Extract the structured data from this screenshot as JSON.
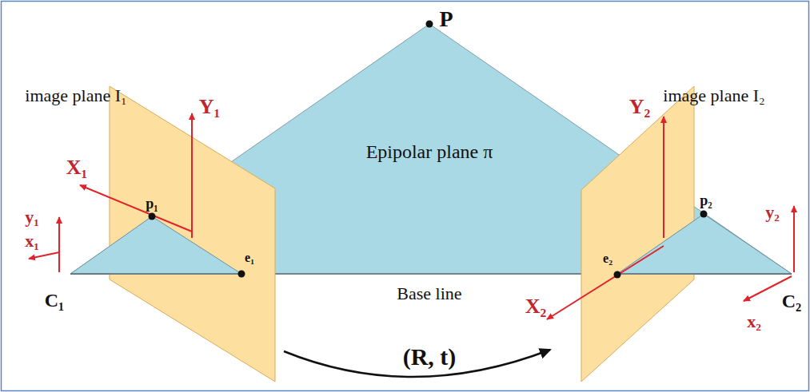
{
  "diagram": {
    "labels": [
      "P",
      "image plane I₁",
      "Y₁",
      "X₁",
      "p₁",
      "y₁",
      "x₁",
      "e₁",
      "C₁",
      "Epipolar plane π",
      "Base line",
      "image plane I₂",
      "Y₂",
      "p₂",
      "y₂",
      "e₂",
      "x₂",
      "X₂",
      "C₂",
      "(R, t)"
    ]
  }
}
